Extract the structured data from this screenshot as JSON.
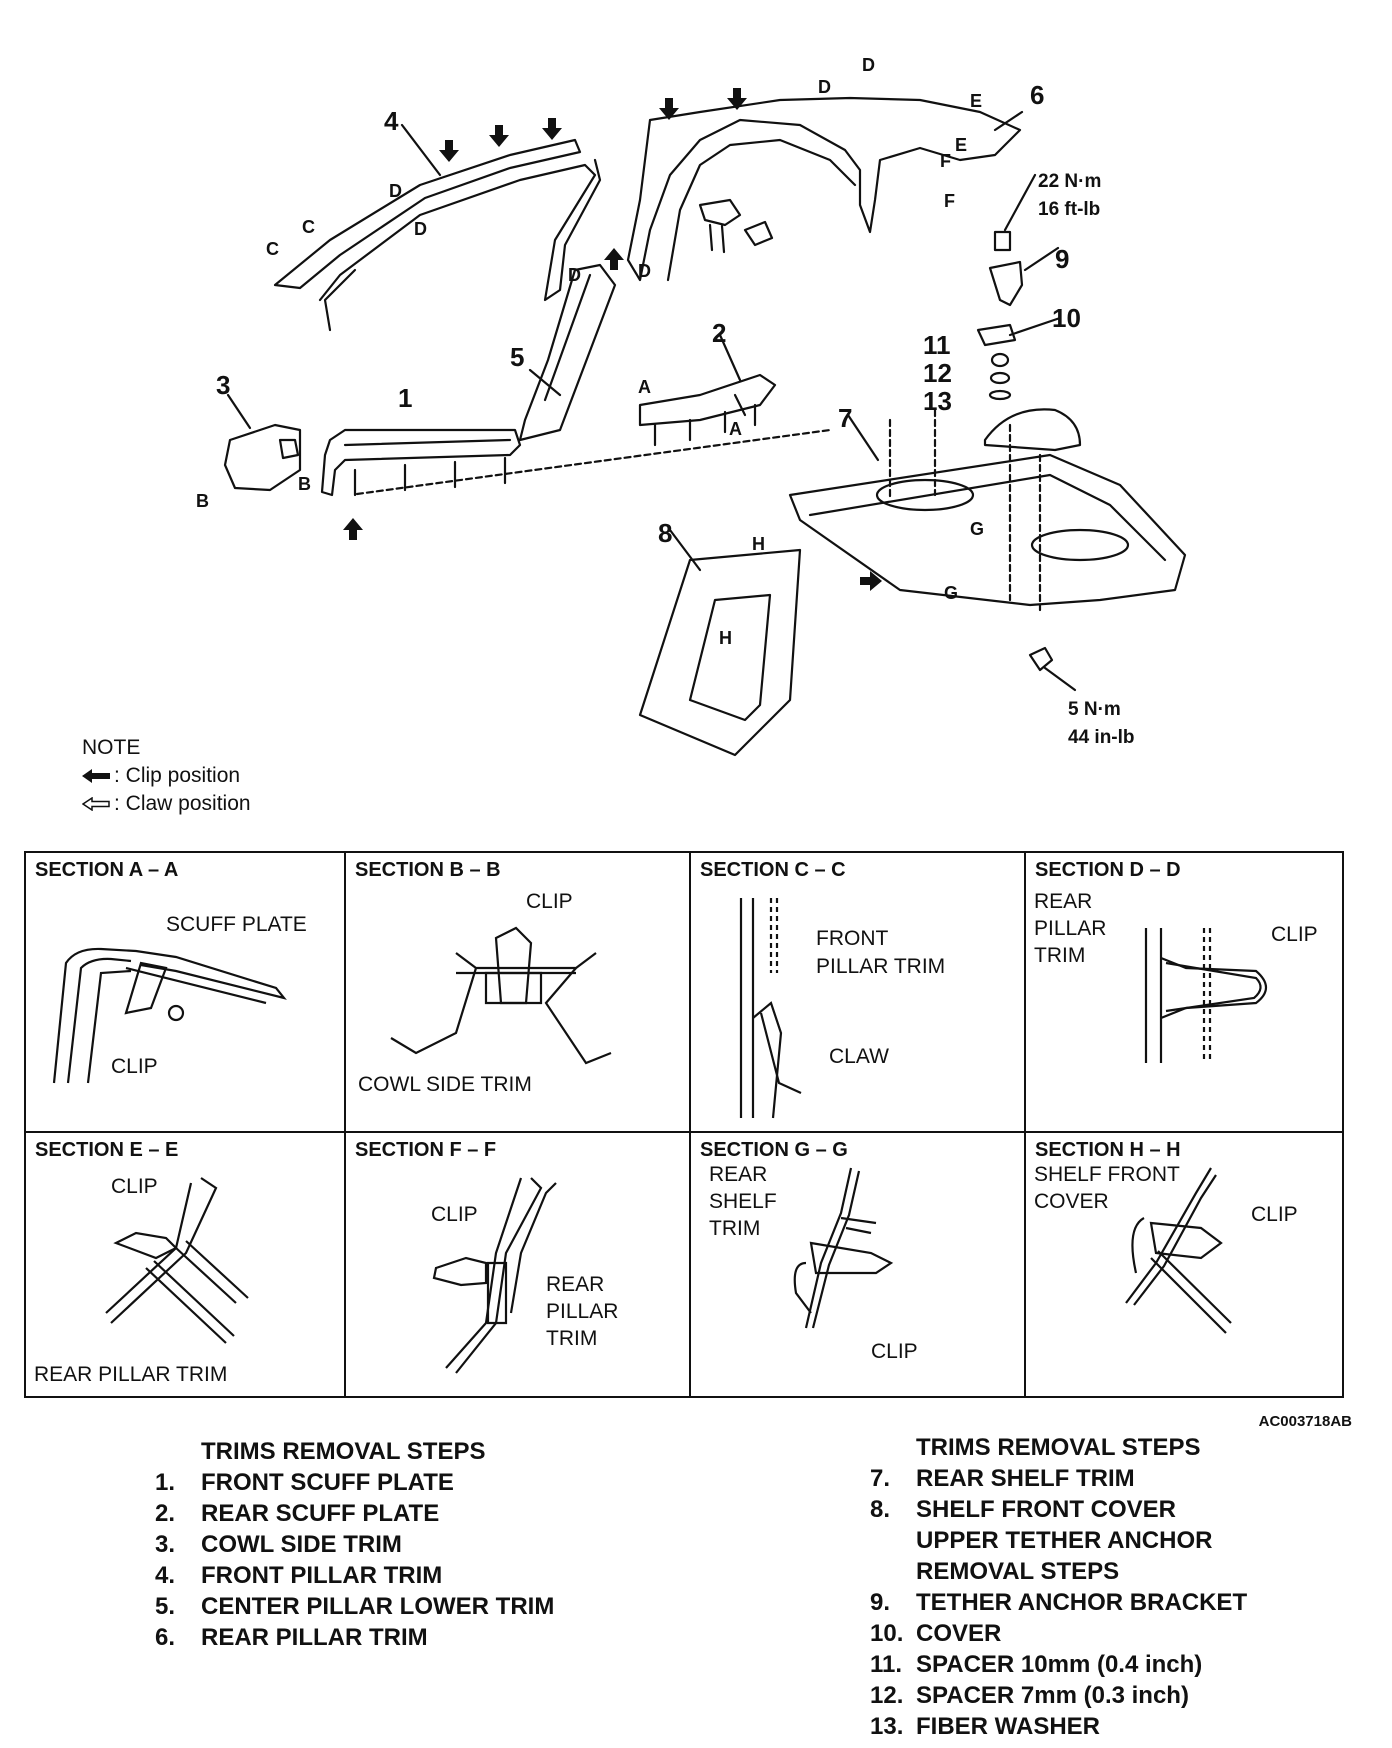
{
  "parts": {
    "n1": "1",
    "n2": "2",
    "n3": "3",
    "n4": "4",
    "n5": "5",
    "n6": "6",
    "n7": "7",
    "n8": "8",
    "n9": "9",
    "n10": "10",
    "n11": "11",
    "n12": "12",
    "n13": "13"
  },
  "section_marks": {
    "a": "A",
    "b": "B",
    "c": "C",
    "d": "D",
    "e": "E",
    "f": "F",
    "g": "G",
    "h": "H"
  },
  "torque": {
    "bolt_nm": "22 N·m",
    "bolt_ftlb": "16 ft-lb",
    "nut_nm": "5 N·m",
    "nut_inlb": "44 in-lb"
  },
  "note": {
    "title": "NOTE",
    "clip": ": Clip position",
    "claw": ": Claw position"
  },
  "sections": [
    {
      "title": "SECTION A – A",
      "labels": [
        "SCUFF PLATE",
        "CLIP"
      ]
    },
    {
      "title": "SECTION B – B",
      "labels": [
        "CLIP",
        "COWL SIDE TRIM"
      ]
    },
    {
      "title": "SECTION C – C",
      "labels": [
        "FRONT",
        "PILLAR TRIM",
        "CLAW"
      ]
    },
    {
      "title": "SECTION D – D",
      "labels": [
        "REAR",
        "PILLAR",
        "TRIM",
        "CLIP"
      ]
    },
    {
      "title": "SECTION E – E",
      "labels": [
        "CLIP",
        "REAR PILLAR TRIM"
      ]
    },
    {
      "title": "SECTION F – F",
      "labels": [
        "CLIP",
        "REAR",
        "PILLAR",
        "TRIM"
      ]
    },
    {
      "title": "SECTION G – G",
      "labels": [
        "REAR",
        "SHELF",
        "TRIM",
        "CLIP"
      ]
    },
    {
      "title": "SECTION H – H",
      "labels": [
        "SHELF FRONT",
        "COVER",
        "CLIP"
      ]
    }
  ],
  "figure_code": "AC003718AB",
  "left_steps": {
    "heading": "TRIMS REMOVAL STEPS",
    "items": [
      {
        "num": "1.",
        "text": "FRONT SCUFF PLATE"
      },
      {
        "num": "2.",
        "text": "REAR SCUFF PLATE"
      },
      {
        "num": "3.",
        "text": "COWL SIDE TRIM"
      },
      {
        "num": "4.",
        "text": "FRONT PILLAR TRIM"
      },
      {
        "num": "5.",
        "text": "CENTER PILLAR LOWER TRIM"
      },
      {
        "num": "6.",
        "text": "REAR PILLAR TRIM"
      }
    ]
  },
  "right_steps": {
    "heading": "TRIMS REMOVAL STEPS",
    "items": [
      {
        "num": "7.",
        "text": "REAR SHELF TRIM"
      },
      {
        "num": "8.",
        "text": "SHELF FRONT COVER"
      }
    ],
    "sub_heading_1": "UPPER TETHER ANCHOR",
    "sub_heading_2": "REMOVAL STEPS",
    "items2": [
      {
        "num": "9.",
        "text": "TETHER ANCHOR BRACKET"
      },
      {
        "num": "10.",
        "text": "COVER"
      },
      {
        "num": "11.",
        "text": "SPACER 10mm (0.4 inch)"
      },
      {
        "num": "12.",
        "text": "SPACER 7mm (0.3 inch)"
      },
      {
        "num": "13.",
        "text": "FIBER WASHER"
      }
    ]
  }
}
